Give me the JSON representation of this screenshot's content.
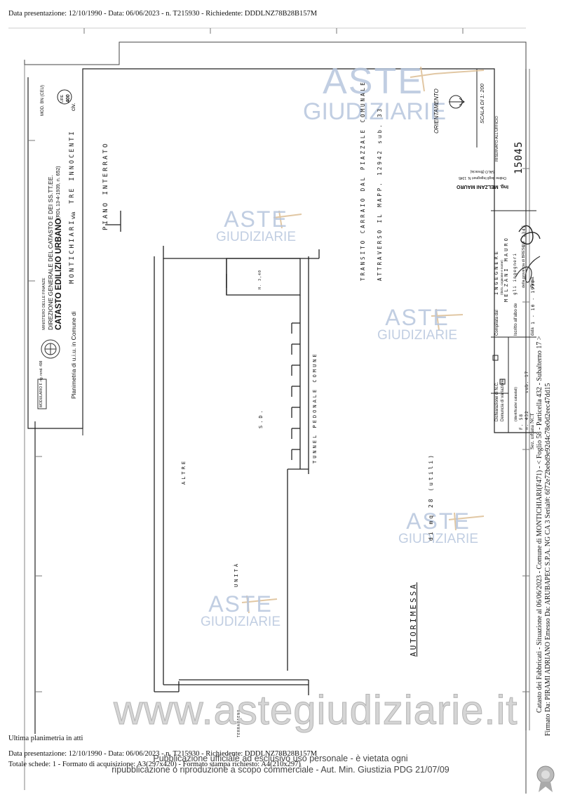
{
  "header": {
    "presentation_line": "Data presentazione: 12/10/1990 - Data: 06/06/2023 - n. T215930 - Richiedente: DDDLNZ78B28B157M"
  },
  "form": {
    "model": "MOD. BN (CEU)",
    "lire_label": "LIRE",
    "lire_value": "400",
    "ministry": "MINISTERO DELLE FINANZE",
    "direction": "DIREZIONE GENERALE DEL CATASTO E DEI SS.TT.EE.",
    "title": "CATASTO EDILIZIO URBANO",
    "law": "(RDL 13-4-1939, n. 652)",
    "planimetry_prefix": "Planimetria di u.i.u. in Comune di",
    "comune": "MONTICHIARI",
    "via_label": "via",
    "via": "TRE INNOCENTI",
    "civ_label": "civ.",
    "modulario": "MODULARIO F. rig. rend. 498",
    "orientation": "ORIENTAMENTO",
    "scale": "SCALA DI 1: 200",
    "reserved": "RISERVATO ALL'UFFICIO",
    "office_number": "15045",
    "declaration": "Dichiarazione di N.C.",
    "denuncia": "Denuncia di variazione",
    "ident_label": "(identificativi catastali)",
    "ident_f": "F. 58",
    "ident_n": "n. 432",
    "ident_sub": "sub. 17",
    "compiled_label": "Compilata dal",
    "compiled_role": "INGEGNERE",
    "compiled_sub": "(titolo, cognome e nome)",
    "compiled_name": "MELZANI MAURO",
    "iscritto": "Iscritto all'albo de",
    "iscritto_val": "gli ingegneri",
    "provincia": "della provincia di BRESCIA",
    "provincia_num": "n. 1345",
    "data_label": "data",
    "data_value": "1 - 10 - 1990",
    "firma_label": "Firma:",
    "stamp_line1": "Ing. MELZANI MAURO",
    "stamp_line2": "Ordine degli Ingegneri N. 1345",
    "stamp_line3": "SALO (Brescia)"
  },
  "drawing": {
    "floor": "PIANO INTERRATO",
    "transit1": "TRANSITO CARRAIO DAL PIAZZALE COMUNALE",
    "transit2": "ATTRAVERSO IL MAPP. 12942 sub. 33",
    "mezzo": "H. 3,40",
    "tunnel": "TUNNEL PEDONALE COMUNE",
    "sd": "S.D.",
    "altre": "ALTRE",
    "unita": "UNITÀ",
    "garage": "AUTORIMESSA",
    "area": "di mq 28 (utili)",
    "terrapieno": "TERRAPIENO"
  },
  "side": {
    "line1": "Catasto dei Fabbricati - Situazione al 06/06/2023 - Comune di MONTICHIARI(F471) - < Foglio 58 - Particella 432 - Subalterno 17 >",
    "line2": "Firmato Da: PIRAMI ADRIANO Emesso Da: ARUBAPEC S.P.A. NG CA 3 Serial#: 6f72e72bebd9e92d4c78e0d2eec47dd15",
    "line3": "Sez. urbana NCT"
  },
  "footer": {
    "last_plan": "Ultima planimetria in atti",
    "presentation_line": "Data presentazione: 12/10/1990 - Data: 06/06/2023 - n. T215930 - Richiedente: DDDLNZ78B28B157M",
    "totals": "Totale schede: 1 - Formato di acquisizione: A3(297x420) - Formato stampa richiesto: A4(210x297)",
    "notice1": "Pubblicazione ufficiale ad esclusivo uso personale - è vietata ogni",
    "notice2": "ripubblicazione o riproduzione a scopo commerciale - Aut. Min. Giustizia PDG 21/07/09"
  },
  "watermark": {
    "aste": "ASTE",
    "giudiziarie": "GIUDIZIARIE",
    "site": "www.astegiudiziarie.it"
  }
}
